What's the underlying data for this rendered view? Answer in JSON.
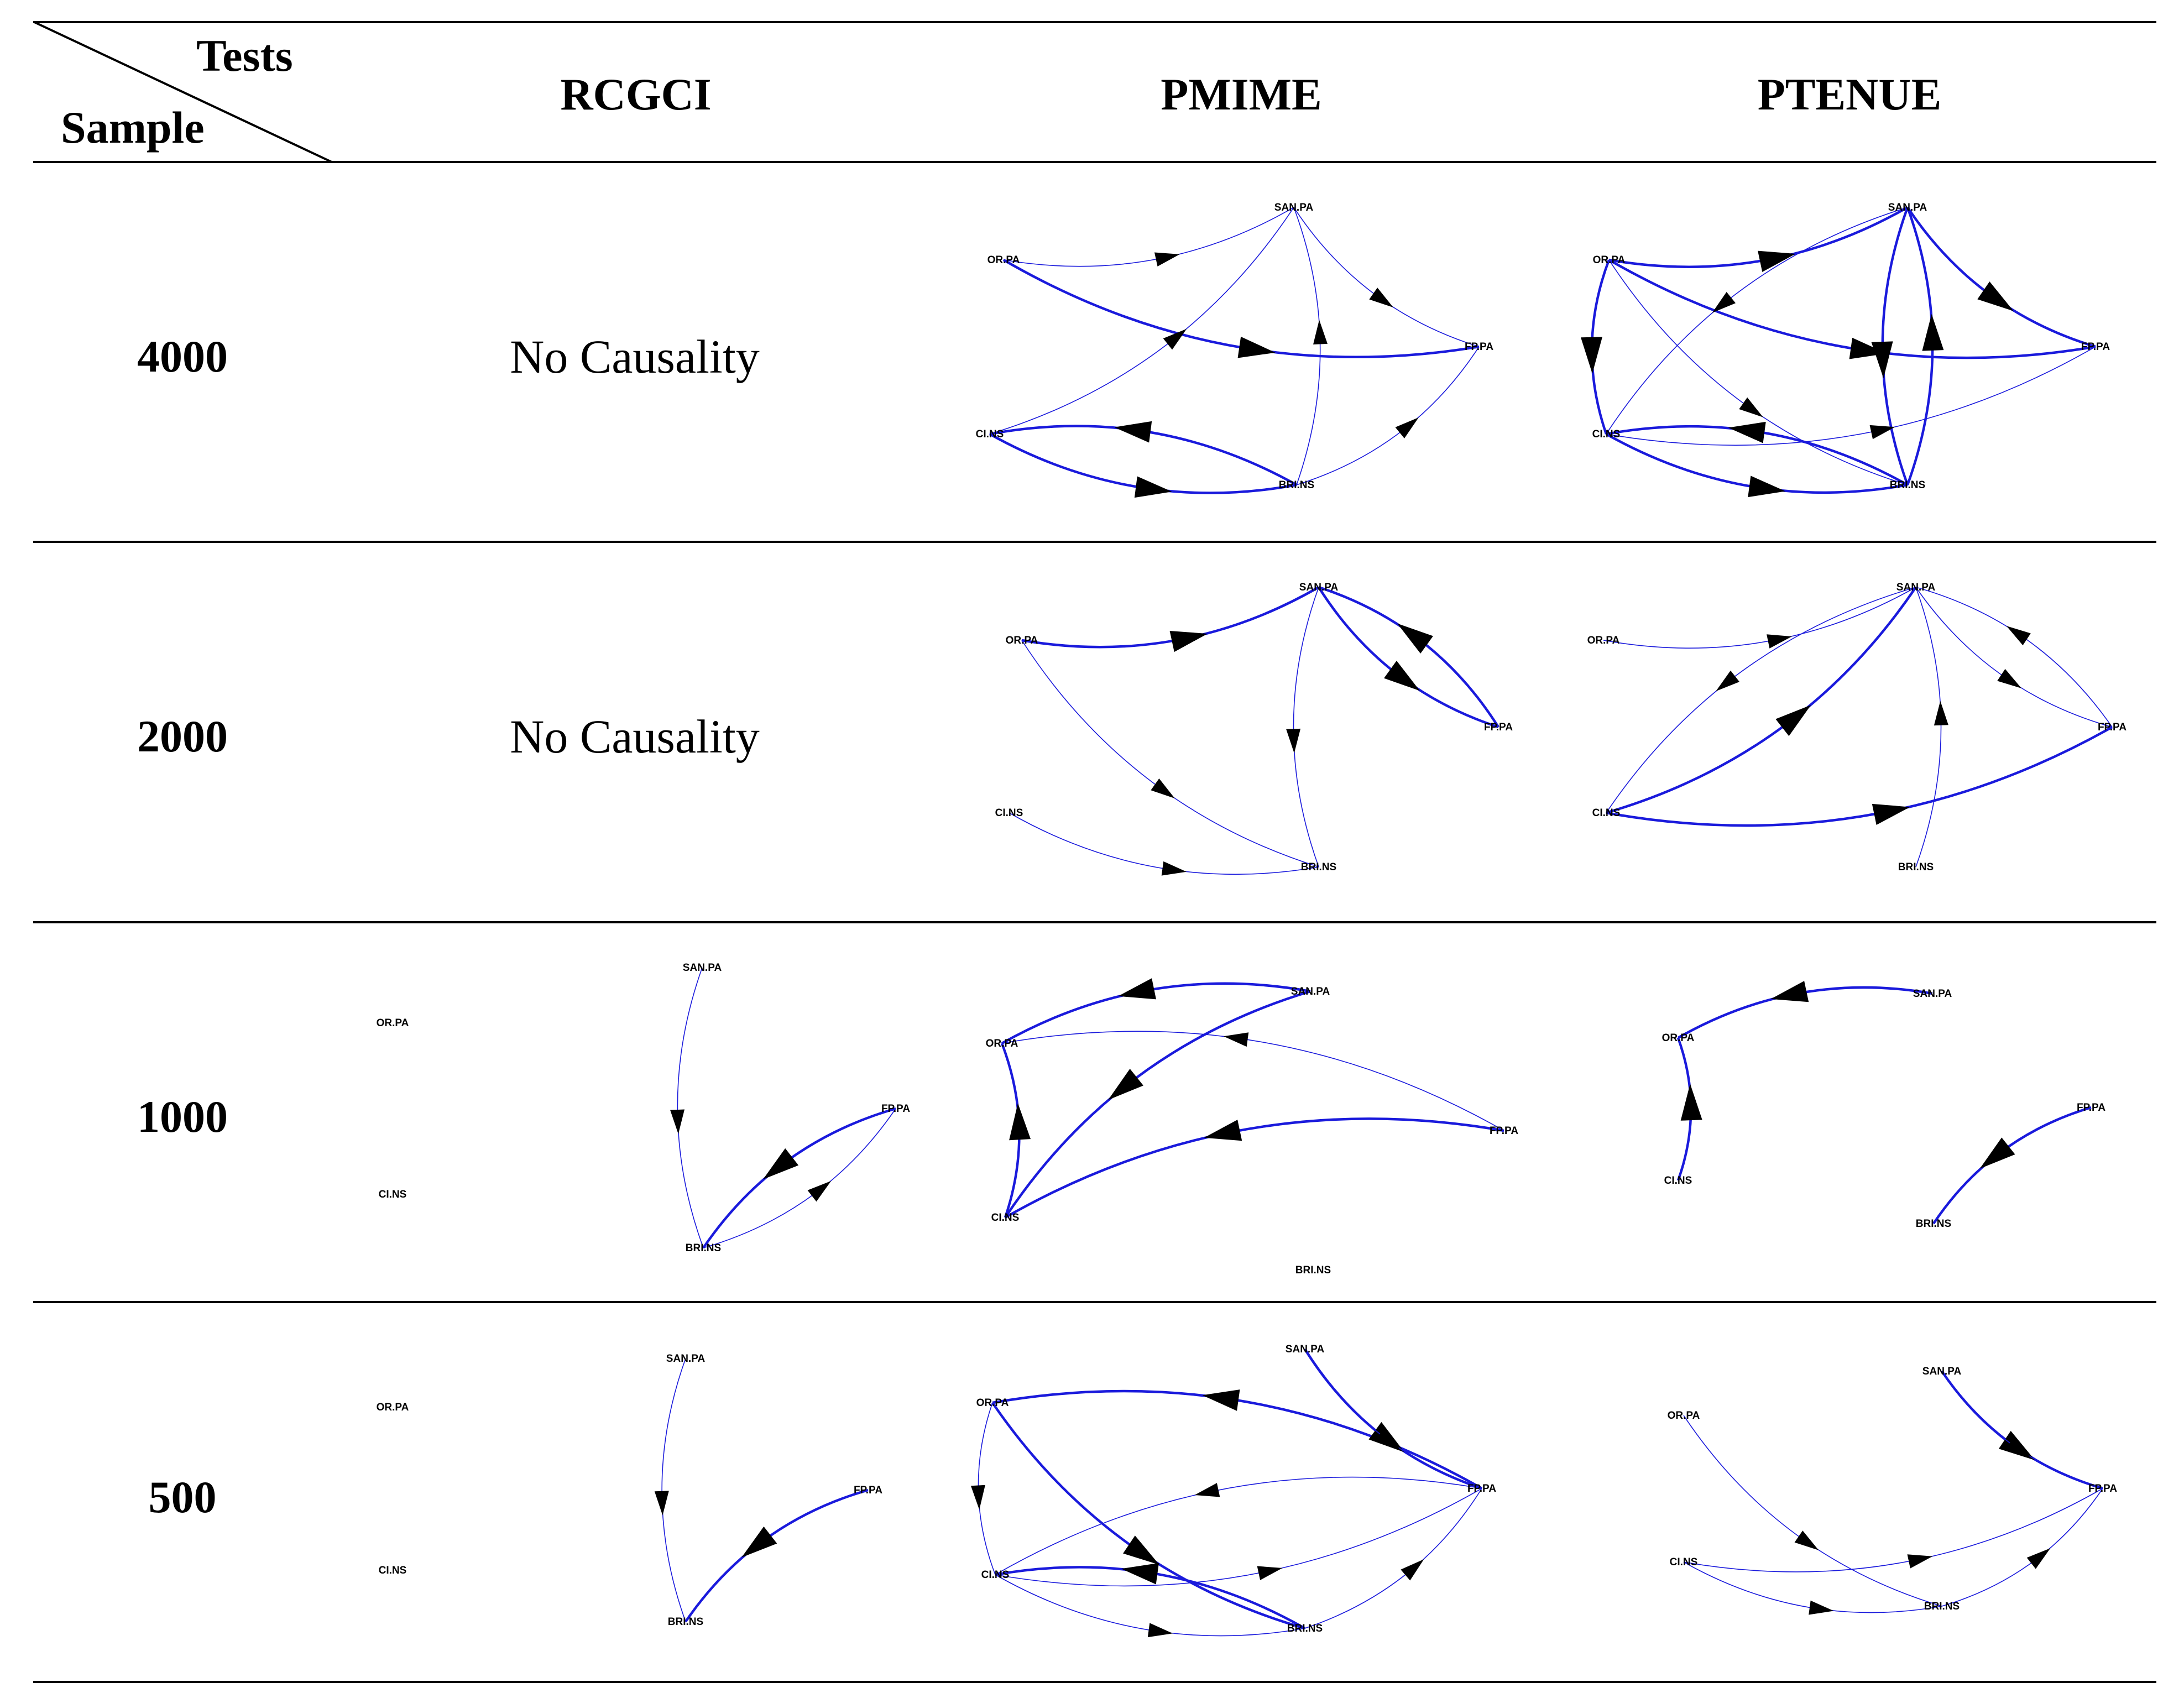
{
  "header": {
    "corner_tests": "Tests",
    "corner_sample": "Sample",
    "columns": [
      "RCGCI",
      "PMIME",
      "PTENUE"
    ]
  },
  "rows": [
    {
      "sample": "4000",
      "RCGCI": {
        "no_causality_text": "No Causality"
      },
      "PMIME": {
        "nodes": [
          "SAN.PA",
          "OR.PA",
          "FP.PA",
          "CI.NS",
          "BRI.NS"
        ],
        "edges": [
          {
            "from": "OR.PA",
            "to": "SAN.PA",
            "weight": 1
          },
          {
            "from": "OR.PA",
            "to": "FP.PA",
            "weight": 2
          },
          {
            "from": "SAN.PA",
            "to": "FP.PA",
            "weight": 1
          },
          {
            "from": "CI.NS",
            "to": "SAN.PA",
            "weight": 1
          },
          {
            "from": "BRI.NS",
            "to": "SAN.PA",
            "weight": 1
          },
          {
            "from": "BRI.NS",
            "to": "CI.NS",
            "weight": 2
          },
          {
            "from": "CI.NS",
            "to": "BRI.NS",
            "weight": 2
          },
          {
            "from": "BRI.NS",
            "to": "FP.PA",
            "weight": 1
          }
        ]
      },
      "PTENUE": {
        "nodes": [
          "SAN.PA",
          "OR.PA",
          "FP.PA",
          "CI.NS",
          "BRI.NS"
        ],
        "edges": [
          {
            "from": "OR.PA",
            "to": "SAN.PA",
            "weight": 2
          },
          {
            "from": "SAN.PA",
            "to": "FP.PA",
            "weight": 2
          },
          {
            "from": "OR.PA",
            "to": "FP.PA",
            "weight": 2
          },
          {
            "from": "OR.PA",
            "to": "BRI.NS",
            "weight": 1
          },
          {
            "from": "OR.PA",
            "to": "CI.NS",
            "weight": 2
          },
          {
            "from": "SAN.PA",
            "to": "CI.NS",
            "weight": 1
          },
          {
            "from": "SAN.PA",
            "to": "BRI.NS",
            "weight": 2
          },
          {
            "from": "BRI.NS",
            "to": "SAN.PA",
            "weight": 2
          },
          {
            "from": "CI.NS",
            "to": "FP.PA",
            "weight": 1
          },
          {
            "from": "BRI.NS",
            "to": "CI.NS",
            "weight": 2
          },
          {
            "from": "CI.NS",
            "to": "BRI.NS",
            "weight": 2
          }
        ]
      }
    },
    {
      "sample": "2000",
      "RCGCI": {
        "no_causality_text": "No Causality"
      },
      "PMIME": {
        "nodes": [
          "SAN.PA",
          "OR.PA",
          "FP.PA",
          "CI.NS",
          "BRI.NS"
        ],
        "edges": [
          {
            "from": "OR.PA",
            "to": "SAN.PA",
            "weight": 2
          },
          {
            "from": "SAN.PA",
            "to": "FP.PA",
            "weight": 2
          },
          {
            "from": "FP.PA",
            "to": "SAN.PA",
            "weight": 2
          },
          {
            "from": "SAN.PA",
            "to": "BRI.NS",
            "weight": 1
          },
          {
            "from": "OR.PA",
            "to": "BRI.NS",
            "weight": 1
          },
          {
            "from": "CI.NS",
            "to": "BRI.NS",
            "weight": 1
          }
        ]
      },
      "PTENUE": {
        "nodes": [
          "SAN.PA",
          "OR.PA",
          "FP.PA",
          "CI.NS",
          "BRI.NS"
        ],
        "edges": [
          {
            "from": "OR.PA",
            "to": "SAN.PA",
            "weight": 1
          },
          {
            "from": "CI.NS",
            "to": "SAN.PA",
            "weight": 2
          },
          {
            "from": "SAN.PA",
            "to": "FP.PA",
            "weight": 1
          },
          {
            "from": "SAN.PA",
            "to": "CI.NS",
            "weight": 1
          },
          {
            "from": "FP.PA",
            "to": "SAN.PA",
            "weight": 1
          },
          {
            "from": "CI.NS",
            "to": "FP.PA",
            "weight": 2
          },
          {
            "from": "BRI.NS",
            "to": "SAN.PA",
            "weight": 1
          }
        ]
      }
    },
    {
      "sample": "1000",
      "RCGCI": {
        "nodes": [
          "OR.PA",
          "CI.NS",
          "SAN.PA",
          "FP.PA",
          "BRI.NS"
        ],
        "edges": [
          {
            "from": "SAN.PA",
            "to": "BRI.NS",
            "weight": 1
          },
          {
            "from": "FP.PA",
            "to": "BRI.NS",
            "weight": 2
          },
          {
            "from": "BRI.NS",
            "to": "FP.PA",
            "weight": 1
          }
        ]
      },
      "PMIME": {
        "nodes": [
          "SAN.PA",
          "OR.PA",
          "FP.PA",
          "CI.NS",
          "BRI.NS"
        ],
        "edges": [
          {
            "from": "SAN.PA",
            "to": "OR.PA",
            "weight": 2
          },
          {
            "from": "FP.PA",
            "to": "OR.PA",
            "weight": 1
          },
          {
            "from": "SAN.PA",
            "to": "CI.NS",
            "weight": 2
          },
          {
            "from": "CI.NS",
            "to": "OR.PA",
            "weight": 2
          },
          {
            "from": "FP.PA",
            "to": "CI.NS",
            "weight": 2
          }
        ]
      },
      "PTENUE": {
        "nodes": [
          "SAN.PA",
          "OR.PA",
          "FP.PA",
          "CI.NS",
          "BRI.NS"
        ],
        "edges": [
          {
            "from": "SAN.PA",
            "to": "OR.PA",
            "weight": 2
          },
          {
            "from": "CI.NS",
            "to": "OR.PA",
            "weight": 2
          },
          {
            "from": "FP.PA",
            "to": "BRI.NS",
            "weight": 2
          }
        ]
      }
    },
    {
      "sample": "500",
      "RCGCI": {
        "nodes": [
          "OR.PA",
          "CI.NS",
          "SAN.PA",
          "FP.PA",
          "BRI.NS"
        ],
        "edges": [
          {
            "from": "SAN.PA",
            "to": "BRI.NS",
            "weight": 1
          },
          {
            "from": "FP.PA",
            "to": "BRI.NS",
            "weight": 2
          }
        ]
      },
      "PMIME": {
        "nodes": [
          "SAN.PA",
          "OR.PA",
          "FP.PA",
          "CI.NS",
          "BRI.NS"
        ],
        "edges": [
          {
            "from": "FP.PA",
            "to": "OR.PA",
            "weight": 2
          },
          {
            "from": "SAN.PA",
            "to": "FP.PA",
            "weight": 2
          },
          {
            "from": "SAN.PA",
            "to": "FP.PA",
            "weight": 1
          },
          {
            "from": "OR.PA",
            "to": "BRI.NS",
            "weight": 2
          },
          {
            "from": "OR.PA",
            "to": "CI.NS",
            "weight": 1
          },
          {
            "from": "FP.PA",
            "to": "CI.NS",
            "weight": 1
          },
          {
            "from": "CI.NS",
            "to": "FP.PA",
            "weight": 1
          },
          {
            "from": "BRI.NS",
            "to": "CI.NS",
            "weight": 2
          },
          {
            "from": "BRI.NS",
            "to": "FP.PA",
            "weight": 1
          },
          {
            "from": "CI.NS",
            "to": "BRI.NS",
            "weight": 1
          }
        ]
      },
      "PTENUE": {
        "nodes": [
          "SAN.PA",
          "OR.PA",
          "FP.PA",
          "CI.NS",
          "BRI.NS"
        ],
        "edges": [
          {
            "from": "SAN.PA",
            "to": "FP.PA",
            "weight": 2
          },
          {
            "from": "SAN.PA",
            "to": "FP.PA",
            "weight": 1
          },
          {
            "from": "OR.PA",
            "to": "BRI.NS",
            "weight": 1
          },
          {
            "from": "CI.NS",
            "to": "FP.PA",
            "weight": 1
          },
          {
            "from": "CI.NS",
            "to": "BRI.NS",
            "weight": 1
          },
          {
            "from": "BRI.NS",
            "to": "FP.PA",
            "weight": 1
          }
        ]
      }
    }
  ],
  "colors": {
    "edge": "#1a1adc",
    "arrow": "#000000",
    "text": "#000000"
  }
}
